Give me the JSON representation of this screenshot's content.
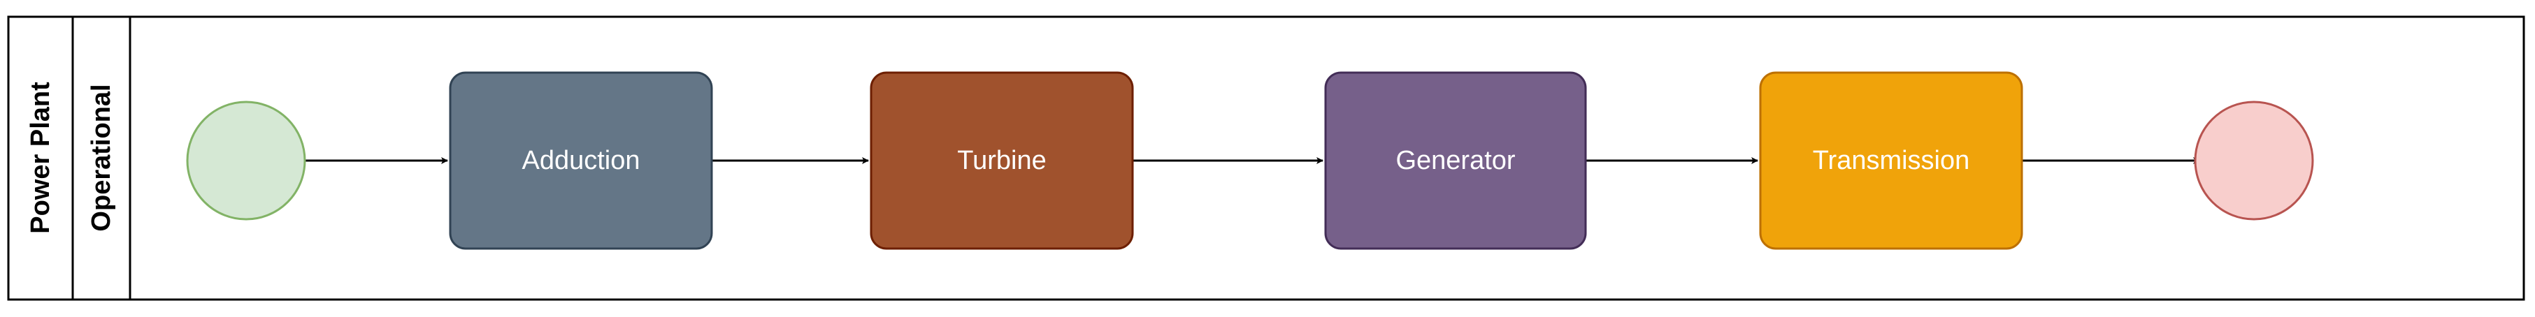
{
  "pool": {
    "title": "Power Plant"
  },
  "lane": {
    "title": "Operational"
  },
  "start_event": {
    "fill": "#d5e8d4",
    "stroke": "#82b366"
  },
  "end_event": {
    "fill": "#f8cecc",
    "stroke": "#b85450"
  },
  "steps": [
    {
      "label": "Adduction",
      "fill": "#647687",
      "stroke": "#314354"
    },
    {
      "label": "Turbine",
      "fill": "#a0522d",
      "stroke": "#6d1f00"
    },
    {
      "label": "Generator",
      "fill": "#76608a",
      "stroke": "#432d57"
    },
    {
      "label": "Transmission",
      "fill": "#f0a30a",
      "stroke": "#bd7000"
    }
  ],
  "connector_color": "#000000"
}
